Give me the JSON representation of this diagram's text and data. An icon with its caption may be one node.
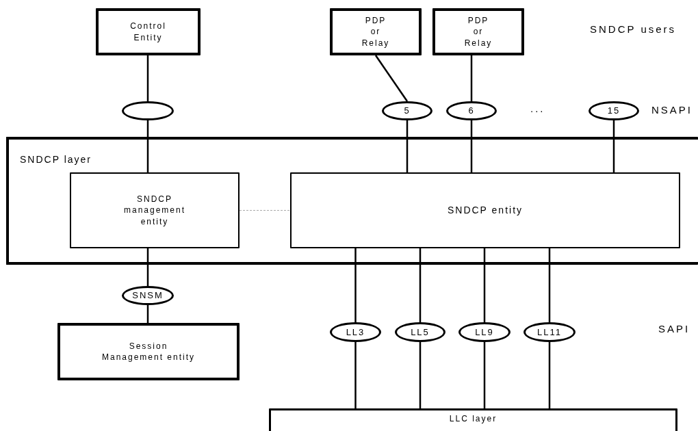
{
  "diagram": {
    "nodes": [
      {
        "text": [
          "Control Entity"
        ]
      },
      {
        "text": [
          "PDP or Relay"
        ]
      },
      {
        "text": [
          "PDP or Relay"
        ]
      },
      {
        "text": [],
        "shape": "ellipse"
      },
      {
        "text": [
          "5"
        ]
      },
      {
        "text": [
          "6"
        ]
      },
      {
        "text": [
          "15"
        ]
      },
      {
        "text": [
          "SNDCP layer"
        ]
      },
      {
        "text": [
          "SNDCP management entity"
        ],
        "in": 7
      },
      {
        "text": [
          "SNDCP entity"
        ],
        "in": 7
      },
      {
        "text": [
          "SNSM"
        ]
      },
      {
        "text": [
          "Session Management entity"
        ]
      },
      {
        "text": [
          "LL3"
        ]
      },
      {
        "text": [
          "LL5"
        ]
      },
      {
        "text": [
          "LL9"
        ]
      },
      {
        "text": [
          "LL11"
        ]
      },
      {
        "text": [
          "LLC layer"
        ]
      }
    ],
    "edges": [
      {
        "from": 0,
        "to": 3,
        "arrow": "none"
      },
      {
        "from": 3,
        "to": 8,
        "arrow": "none"
      },
      {
        "from": 1,
        "to": 4,
        "arrow": "none"
      },
      {
        "from": 2,
        "to": 5,
        "arrow": "none"
      },
      {
        "from": 4,
        "to": 9,
        "arrow": "none"
      },
      {
        "from": 5,
        "to": 9,
        "arrow": "none"
      },
      {
        "from": 6,
        "to": 9,
        "arrow": "none"
      },
      {
        "from": 8,
        "to": 9,
        "arrow": "none",
        "style": "dashed",
        "color": "#aaaaaa"
      },
      {
        "from": 8,
        "to": 10,
        "arrow": "none"
      },
      {
        "from": 10,
        "to": 11,
        "arrow": "none"
      },
      {
        "from": 9,
        "to": 12,
        "arrow": "none"
      },
      {
        "from": 12,
        "to": 16,
        "arrow": "none"
      },
      {
        "from": 9,
        "to": 13,
        "arrow": "none"
      },
      {
        "from": 13,
        "to": 16,
        "arrow": "none"
      },
      {
        "from": 9,
        "to": 14,
        "arrow": "none"
      },
      {
        "from": 14,
        "to": 16,
        "arrow": "none"
      },
      {
        "from": 9,
        "to": 15,
        "arrow": "none"
      },
      {
        "from": 15,
        "to": 16,
        "arrow": "none"
      }
    ],
    "labels": [
      "SNDCP users",
      "NSAPI",
      "...",
      "SAPI"
    ]
  }
}
